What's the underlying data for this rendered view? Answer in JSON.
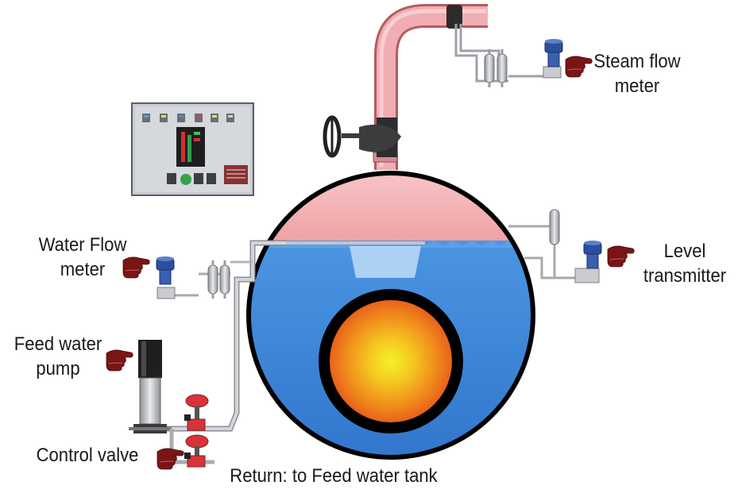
{
  "labels": {
    "steam_flow_meter": [
      "Steam flow",
      "meter"
    ],
    "level_transmitter": [
      "Level",
      "transmitter"
    ],
    "water_flow_meter": [
      "Water Flow",
      "meter"
    ],
    "feed_water_pump": [
      "Feed water",
      "pump"
    ],
    "control_valve": "Control valve",
    "return_line": "Return: to Feed water tank"
  },
  "colors": {
    "water": "#3d86d8",
    "steam_space": "#f2b9bb",
    "fire_tube": "#f07a1c",
    "pipe": "#b9bcc0",
    "steam_pipe": "#dd8b8f",
    "pointer": "#7a1515",
    "valve": "#d8323a",
    "instrument": "#2a4f9c"
  },
  "icons": {
    "pointer": "pointing-hand-icon",
    "valve_handwheel": "handwheel-icon",
    "control_panel": "control-panel-icon"
  }
}
